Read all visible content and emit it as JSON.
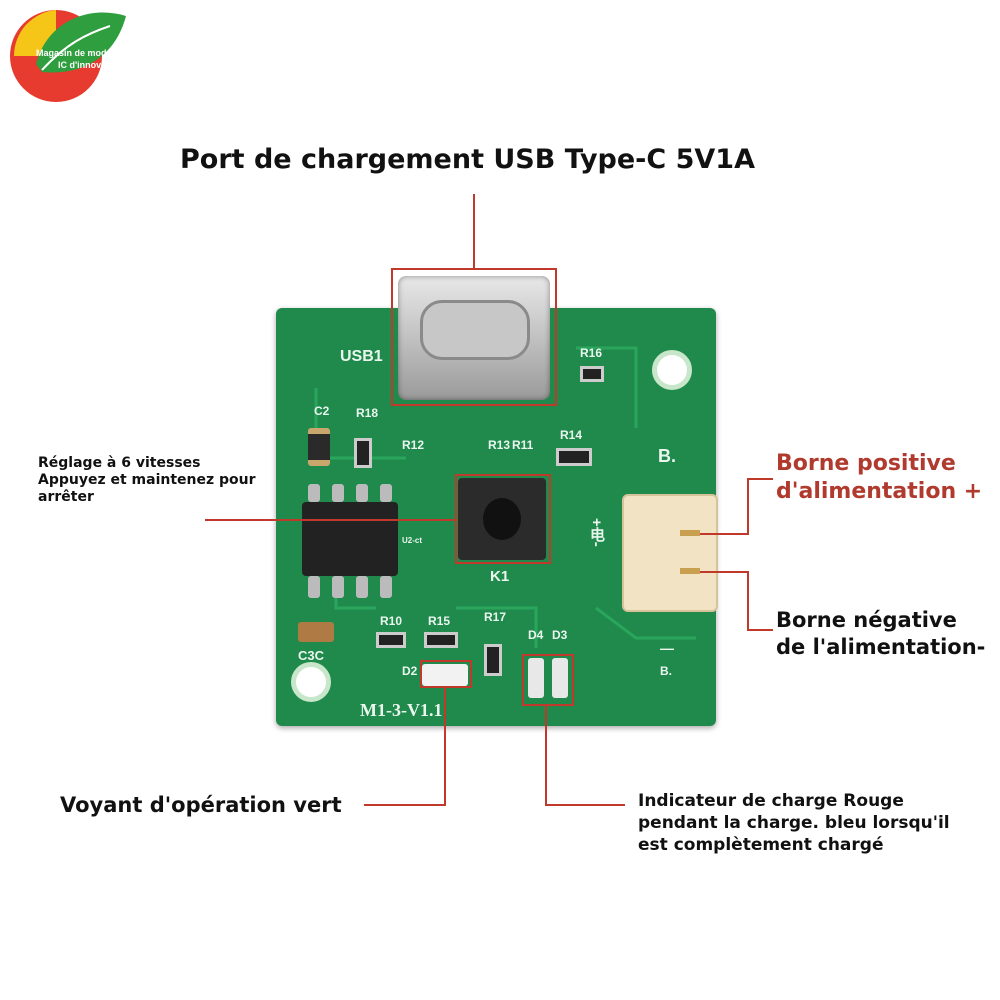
{
  "logo": {
    "text_line1": "Magasin de modu",
    "text_line2": "IC d'innovat"
  },
  "title": "Port de chargement USB Type-C 5V1A",
  "callouts": {
    "speed_line1": "Réglage à 6 vitesses",
    "speed_line2": "Appuyez et maintenez pour",
    "speed_line3": "arrêter",
    "positive_line1": "Borne positive",
    "positive_line2": "d'alimentation +",
    "negative_line1": "Borne négative",
    "negative_line2": "de l'alimentation-",
    "green_led": "Voyant d'opération vert",
    "charge_line1": "Indicateur de charge Rouge",
    "charge_line2": "pendant la charge. bleu lorsqu'il",
    "charge_line3": "est complètement chargé"
  },
  "pcb_labels": {
    "usb": "USB1",
    "r16": "R16",
    "c2": "C2",
    "r18": "R18",
    "r12": "R12",
    "r13": "R13",
    "r11": "R11",
    "r14": "R14",
    "b_top": "B.",
    "k1": "K1",
    "u2": "U2-ct",
    "r10": "R10",
    "r15": "R15",
    "r17": "R17",
    "d4": "D4",
    "d3": "D3",
    "d2": "D2",
    "c3c": "C3C",
    "b_bottom": "B.",
    "version": "M1-3-V1.1",
    "minus": "—",
    "cn_side": "+电-"
  },
  "colors": {
    "pcb_green": "#1f8a4c",
    "accent_red": "#c0392b",
    "positive_text": "#b03a2e"
  }
}
